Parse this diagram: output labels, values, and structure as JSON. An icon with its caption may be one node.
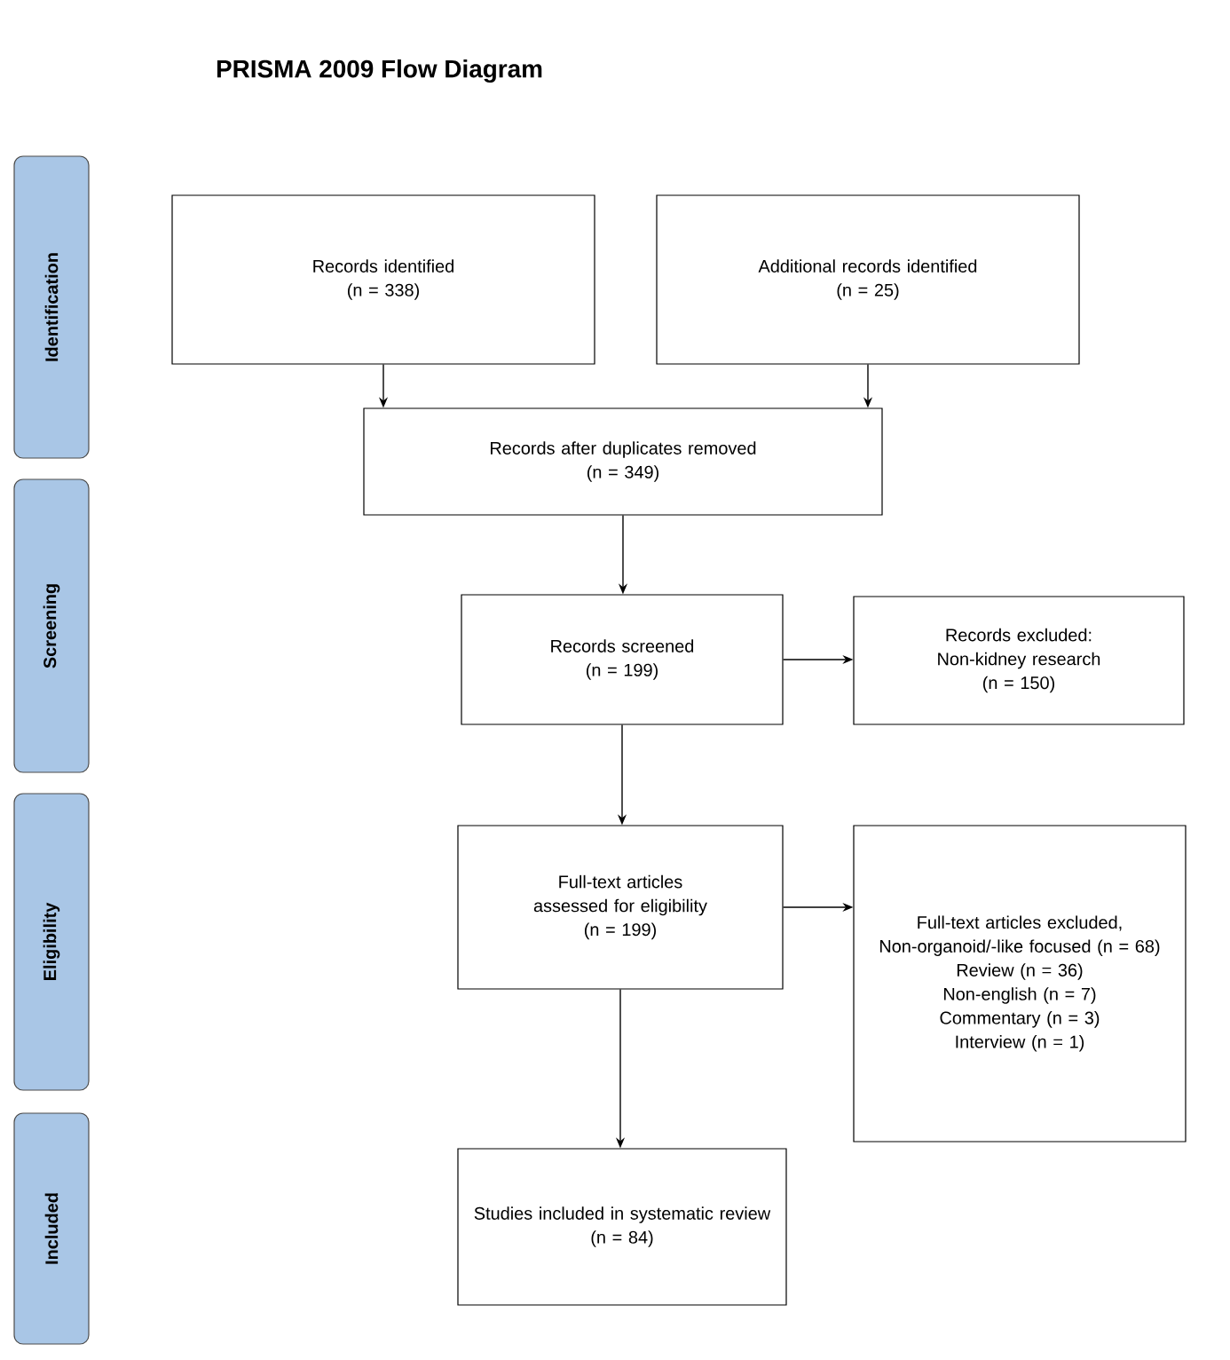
{
  "diagram": {
    "title": "PRISMA 2009 Flow Diagram",
    "nodes": [
      {
        "text": [
          "Identification"
        ]
      },
      {
        "text": [
          "Screening"
        ]
      },
      {
        "text": [
          "Eligibility"
        ]
      },
      {
        "text": [
          "Included"
        ]
      },
      {
        "text": [
          "Records identified",
          "(n = 338)"
        ]
      },
      {
        "text": [
          "Additional records identified",
          "(n = 25)"
        ]
      },
      {
        "text": [
          "Records after duplicates removed",
          "(n = 349)"
        ]
      },
      {
        "text": [
          "Records screened",
          "(n = 199)"
        ]
      },
      {
        "text": [
          "Records excluded:",
          "Non-kidney research",
          "(n = 150)"
        ]
      },
      {
        "text": [
          "Full-text articles assessed for eligibility",
          "(n = 199)"
        ]
      },
      {
        "text": [
          "Full-text articles excluded,",
          "Non-organoid/-like focused (n = 68)",
          "Review (n = 36)",
          "Non-english (n = 7)",
          "Commentary (n = 3)",
          "Interview (n = 1)"
        ]
      },
      {
        "text": [
          "Studies included in systematic review",
          "(n = 84)"
        ]
      }
    ],
    "edges": [
      {
        "from": 4,
        "to": 6,
        "arrow": "to"
      },
      {
        "from": 5,
        "to": 6,
        "arrow": "to"
      },
      {
        "from": 6,
        "to": 7,
        "arrow": "to"
      },
      {
        "from": 7,
        "to": 8,
        "arrow": "to"
      },
      {
        "from": 7,
        "to": 9,
        "arrow": "to"
      },
      {
        "from": 9,
        "to": 10,
        "arrow": "to"
      },
      {
        "from": 9,
        "to": 11,
        "arrow": "to"
      }
    ]
  }
}
